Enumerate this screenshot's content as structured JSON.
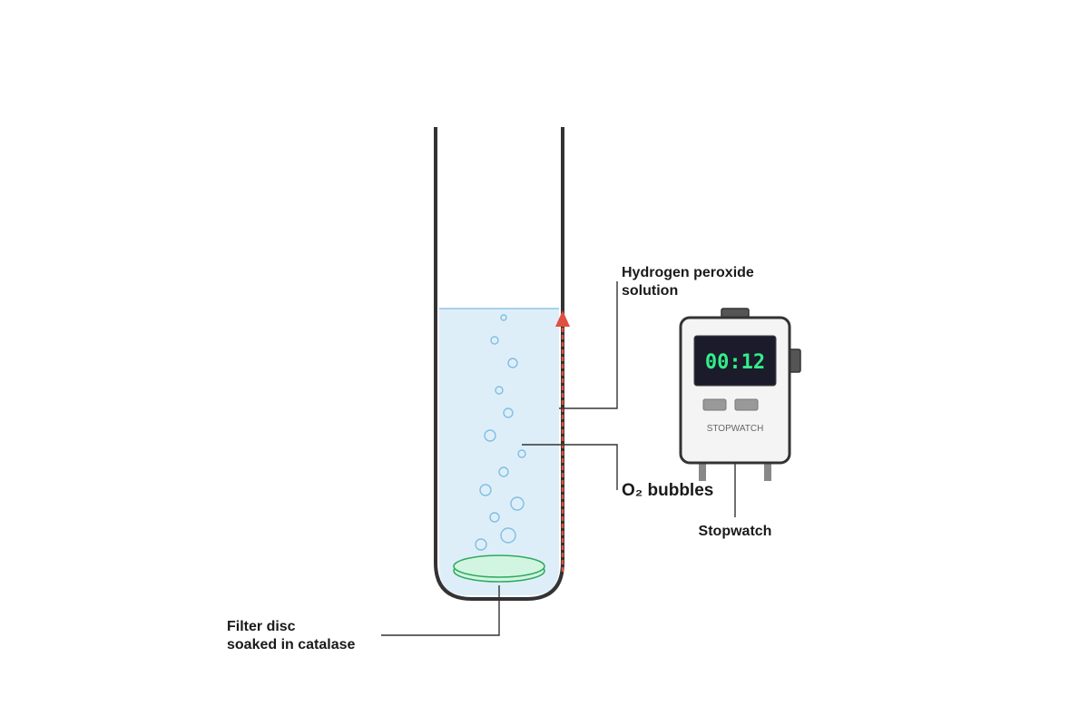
{
  "labels": {
    "solution": [
      "Hydrogen peroxide",
      "solution"
    ],
    "bubbles": "O₂ bubbles",
    "stopwatch": "Stopwatch",
    "disc": [
      "Filter disc",
      "soaked in catalase"
    ]
  },
  "stopwatch": {
    "time": "00:12",
    "caption": "STOPWATCH"
  },
  "colors": {
    "liquid": "#deeef9",
    "liquid_surface": "#8fc6e8",
    "tube_wall": "#333333",
    "bubble": "#7fbfe3",
    "disc_fill": "#d2f5e2",
    "disc_stroke": "#2eaa5c",
    "arrow": "#e05040",
    "display_bg": "#1b1b2b",
    "display_text": "#33ee88"
  },
  "icons": {
    "arrow": "upward-arrow-icon",
    "stopwatch": "stopwatch-icon"
  }
}
